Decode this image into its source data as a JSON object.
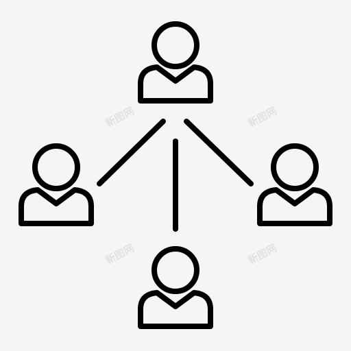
{
  "icon": {
    "name": "team-network-icon",
    "stroke_color": "#000000",
    "background_color": "#f5f5f5"
  },
  "watermarks": [
    "新图网",
    "新图网",
    "新图网",
    "新图网"
  ]
}
